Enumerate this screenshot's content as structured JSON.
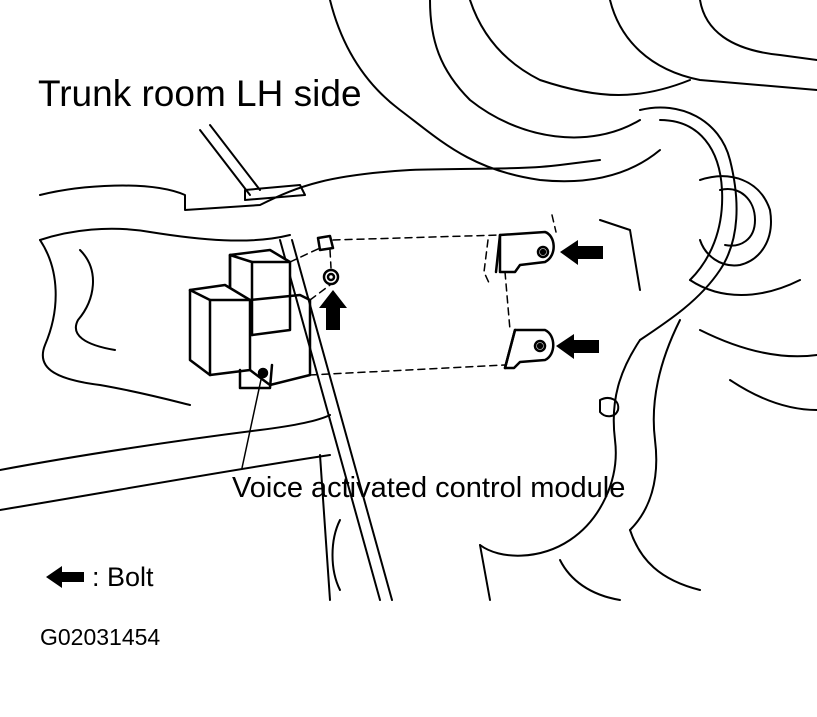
{
  "title": "Trunk room LH side",
  "callout": "Voice activated control module",
  "legend": {
    "icon": "bolt-arrow-icon",
    "label": ": Bolt"
  },
  "figure_id": "G02031454",
  "colors": {
    "ink": "#000000",
    "paper": "#ffffff"
  }
}
